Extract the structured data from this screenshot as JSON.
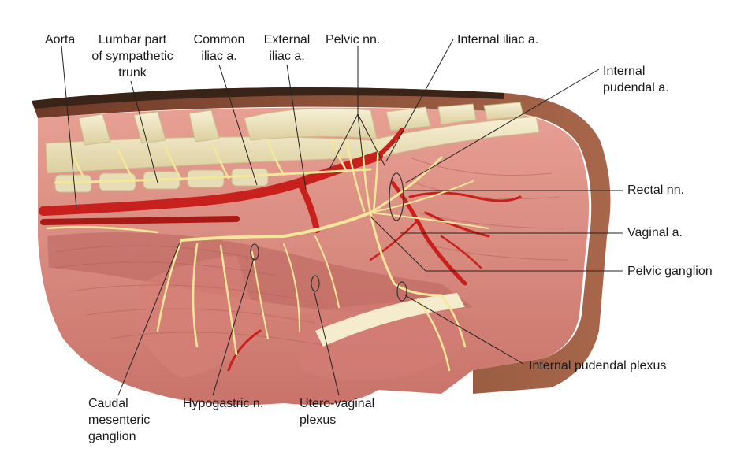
{
  "labels": {
    "aorta": "Aorta",
    "lumbar_sympathetic_trunk": [
      "Lumbar part",
      "of sympathetic",
      "trunk"
    ],
    "common_iliac": [
      "Common",
      "iliac a."
    ],
    "external_iliac": [
      "External",
      "iliac a."
    ],
    "pelvic_nn": "Pelvic nn.",
    "internal_iliac": "Internal iliac a.",
    "internal_pudendal_a": [
      "Internal",
      "pudendal a."
    ],
    "rectal_nn": "Rectal nn.",
    "vaginal_a": "Vaginal a.",
    "pelvic_ganglion": "Pelvic ganglion",
    "internal_pudendal_plexus": "Internal pudendal plexus",
    "caudal_mesenteric_ganglion": [
      "Caudal",
      "mesenteric",
      "ganglion"
    ],
    "hypogastric_n": "Hypogastric n.",
    "utero_vaginal_plexus": [
      "Utero-vaginal",
      "plexus"
    ]
  },
  "colors": {
    "artery": "#c8201c",
    "nerve": "#f3e79a",
    "muscle": "#d98a80",
    "bone": "#efe6c4",
    "skin": "#8a4b34",
    "leader": "#222222"
  }
}
